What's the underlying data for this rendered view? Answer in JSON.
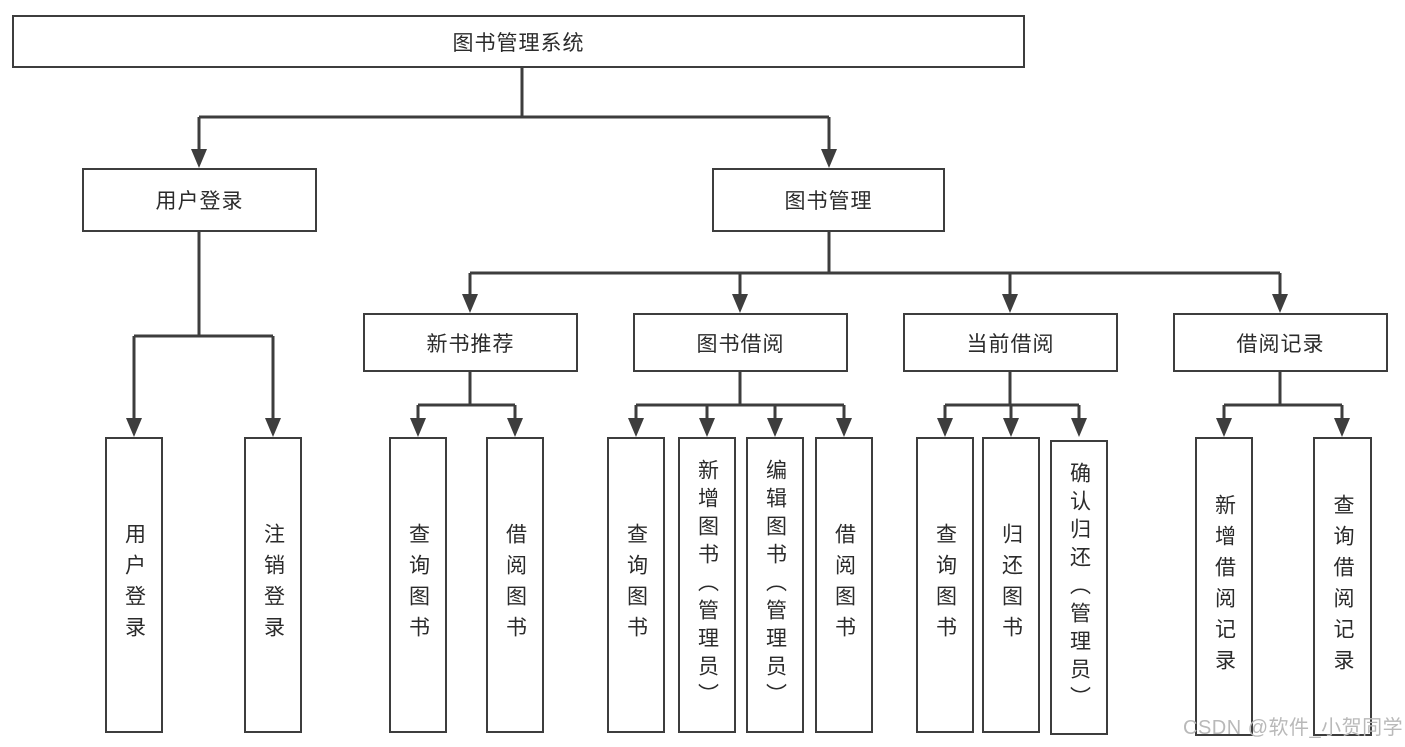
{
  "watermark": {
    "text": "CSDN @软件_小贺同学"
  },
  "colors": {
    "line": "#3d3d3d",
    "box_border": "#3d3d3d",
    "text": "#2b2b2b",
    "watermark": "#b9b9b9",
    "background": "#ffffff"
  },
  "diagram": {
    "type": "hierarchy-tree",
    "root": {
      "label": "图书管理系统",
      "children": [
        {
          "label": "用户登录",
          "children": [
            {
              "label": "用户登录"
            },
            {
              "label": "注销登录"
            }
          ]
        },
        {
          "label": "图书管理",
          "children": [
            {
              "label": "新书推荐",
              "children": [
                {
                  "label": "查询图书"
                },
                {
                  "label": "借阅图书"
                }
              ]
            },
            {
              "label": "图书借阅",
              "children": [
                {
                  "label": "查询图书"
                },
                {
                  "label": "新增图书（管理员）"
                },
                {
                  "label": "编辑图书（管理员）"
                },
                {
                  "label": "借阅图书"
                }
              ]
            },
            {
              "label": "当前借阅",
              "children": [
                {
                  "label": "查询图书"
                },
                {
                  "label": "归还图书"
                },
                {
                  "label": "确认归还（管理员）"
                }
              ]
            },
            {
              "label": "借阅记录",
              "children": [
                {
                  "label": "新增借阅记录"
                },
                {
                  "label": "查询借阅记录"
                }
              ]
            }
          ]
        }
      ]
    }
  }
}
